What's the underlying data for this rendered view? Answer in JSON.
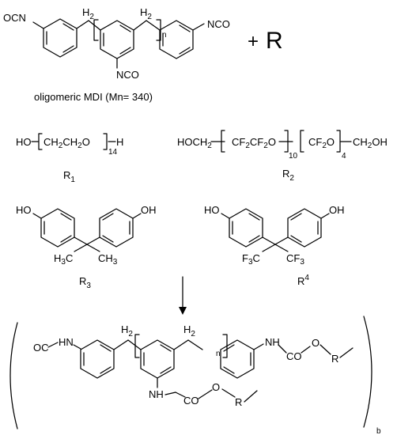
{
  "reactant": {
    "groups": {
      "isocyanate_left": "OCN",
      "isocyanate_right": "NCO",
      "isocyanate_bottom": "NCO"
    },
    "ch2": {
      "text": "H",
      "sub": "2"
    },
    "repeat_subscript": "n",
    "plus": "+",
    "reagent": "R",
    "caption": "oligomeric MDI (Mn= 340)"
  },
  "r1": {
    "left": "HO",
    "unit": "CH",
    "unit_sub": "2",
    "unit_tail": "CH",
    "unit_tail_sub": "2",
    "unit_end": "O",
    "count": "14",
    "right": "H",
    "label": "R",
    "label_sub": "1"
  },
  "r2": {
    "left": "HOCH",
    "left_sub": "2",
    "unit1": "CF",
    "unit1_sub_a": "2",
    "unit1_mid": "CF",
    "unit1_sub_b": "2",
    "unit1_end": "O",
    "count1": "10",
    "unit2": "CF",
    "unit2_sub": "2",
    "unit2_end": "O",
    "count2": "4",
    "right": "CH",
    "right_sub": "2",
    "right_end": "OH",
    "label": "R",
    "label_sub": "2"
  },
  "r3": {
    "oh_left": "HO",
    "oh_right": "OH",
    "methyl_left": "H",
    "methyl_left_sub": "3",
    "methyl_left_end": "C",
    "methyl_right": "CH",
    "methyl_right_sub": "3",
    "label": "R",
    "label_sub": "3"
  },
  "r4": {
    "oh_left": "HO",
    "oh_right": "OH",
    "cf3_left": "F",
    "cf3_left_sub": "3",
    "cf3_left_end": "C",
    "cf3_right": "CF",
    "cf3_right_sub": "3",
    "label": "R",
    "label_sup": "4"
  },
  "product": {
    "end_group": "OC",
    "nh_left": "HN",
    "nh_right": "NH",
    "nh_bottom": "NH",
    "carbonyl": "CO",
    "oxygen": "O",
    "residue": "R",
    "ch2": {
      "text": "H",
      "sub": "2"
    },
    "repeat_subscript": "n",
    "outer_subscript": "b"
  }
}
